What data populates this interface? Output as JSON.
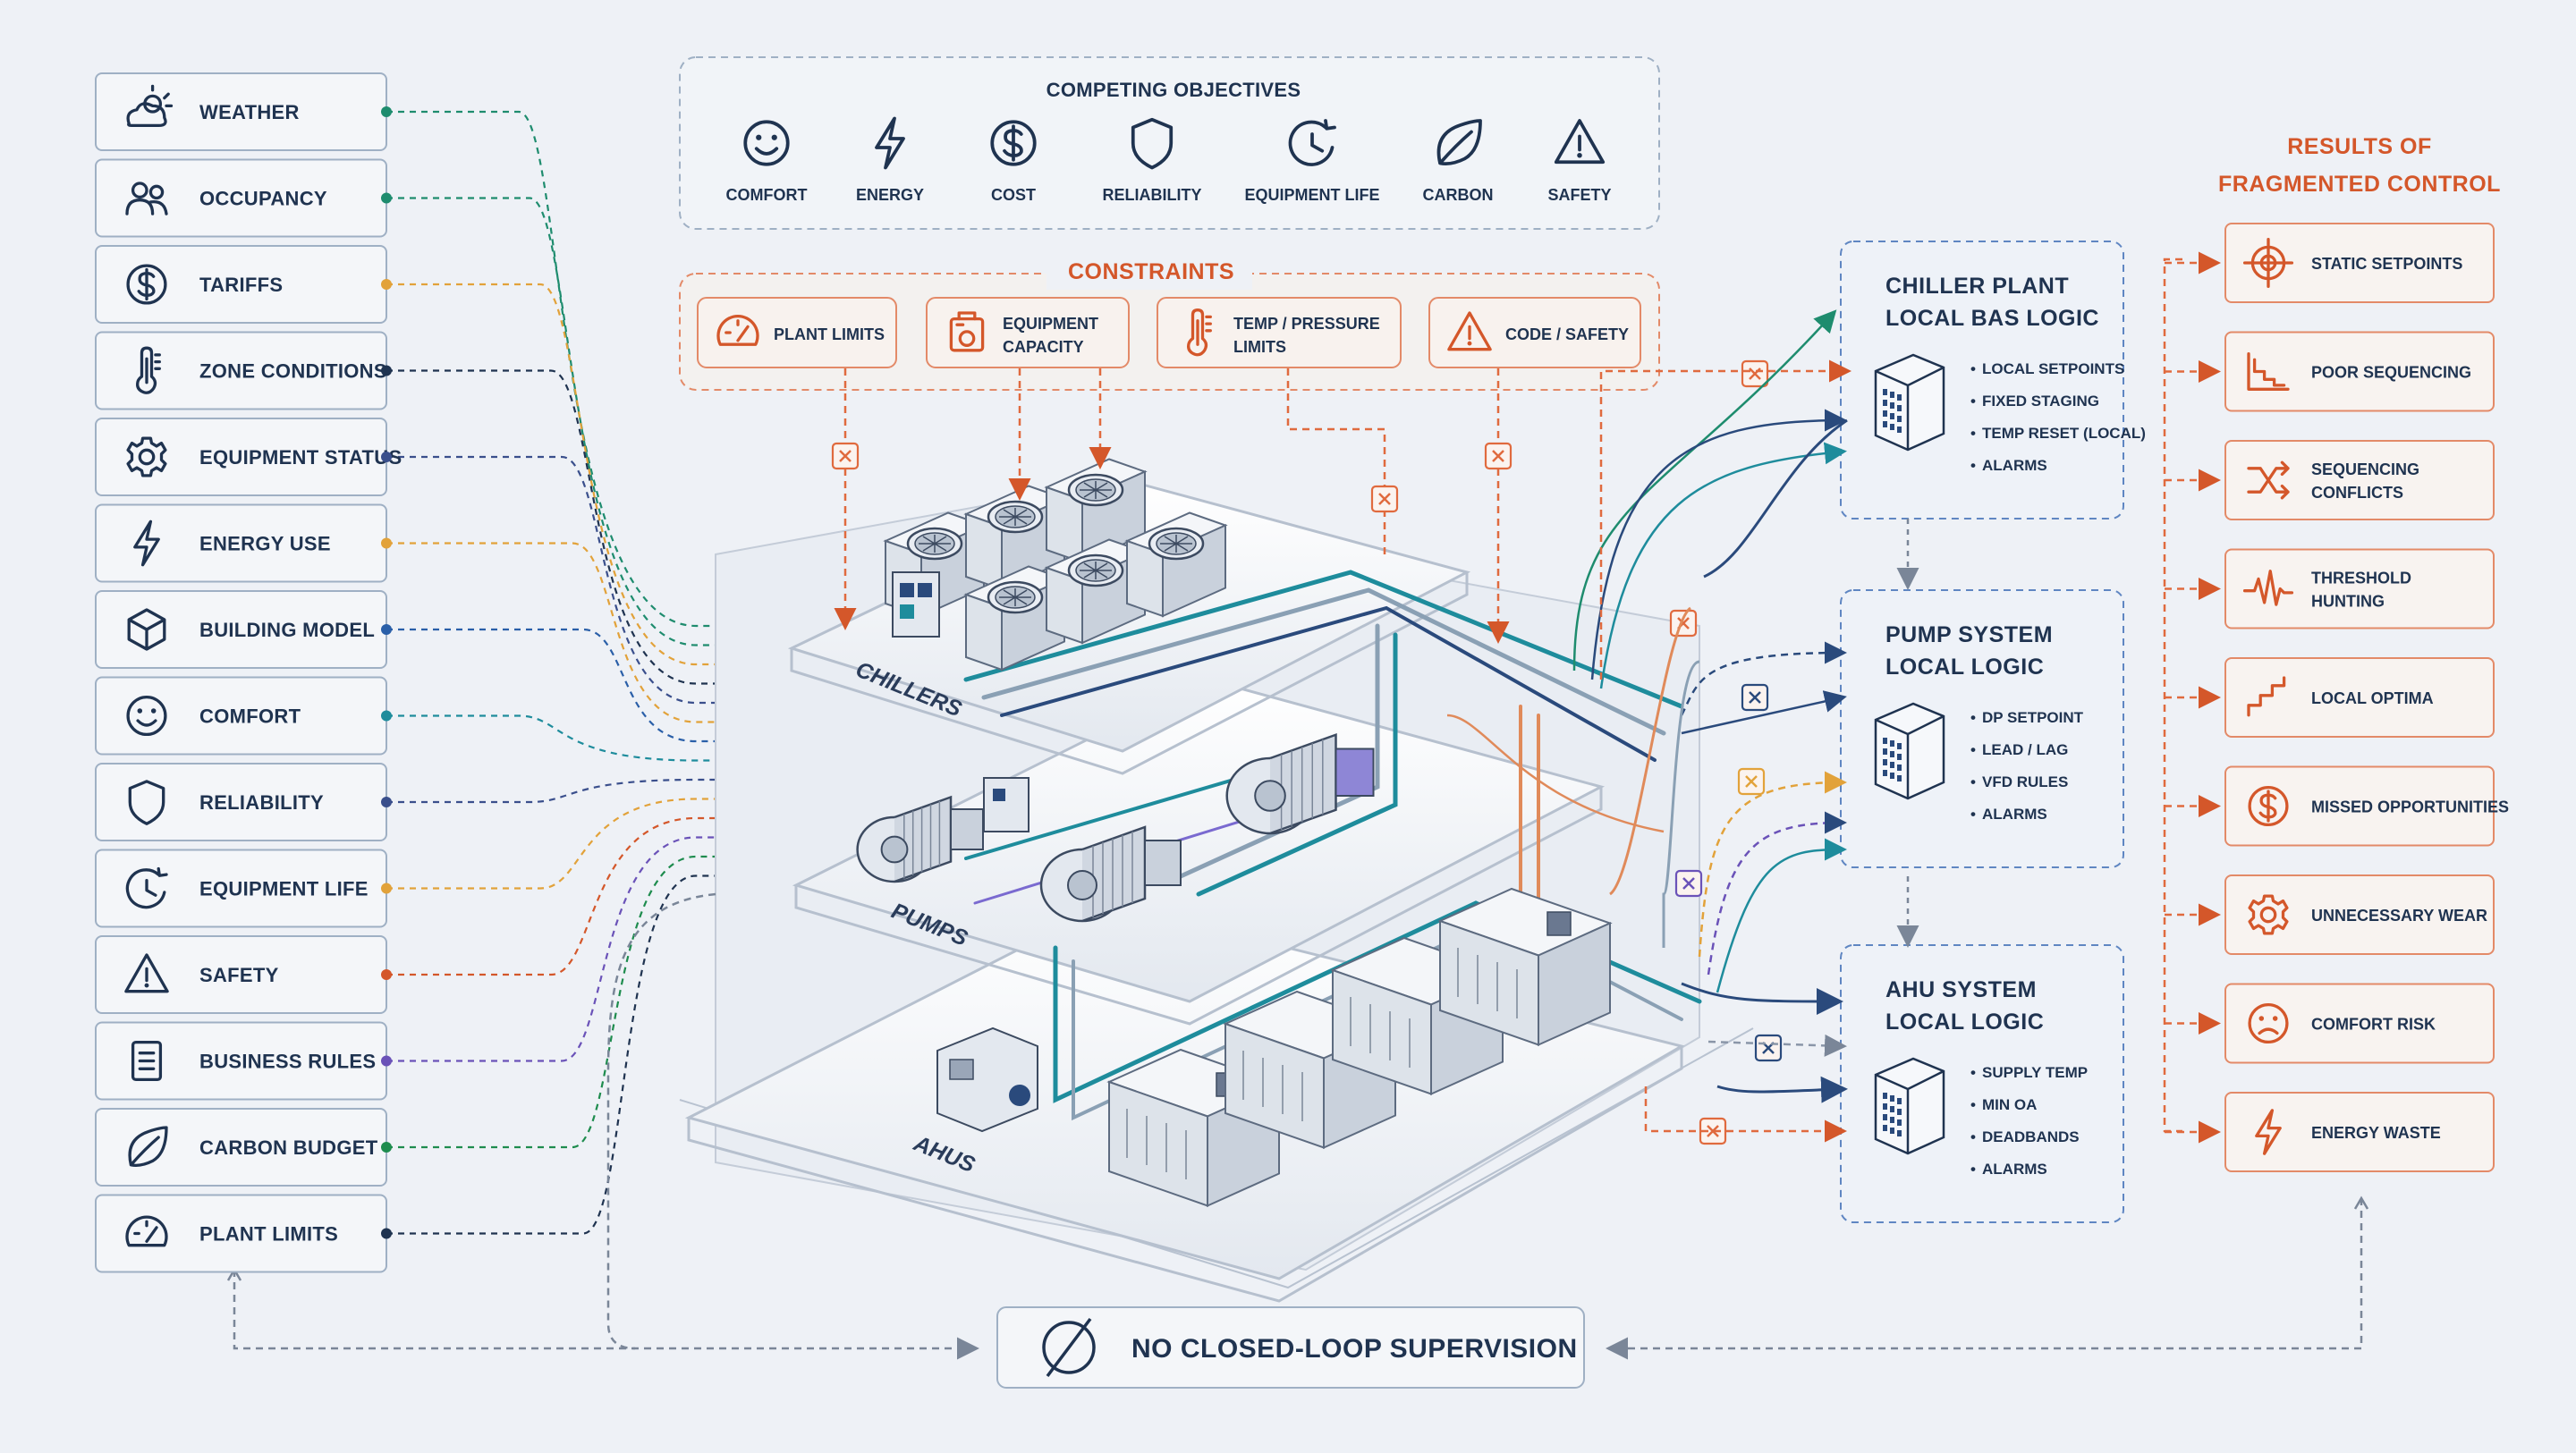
{
  "inputs": [
    {
      "label": "WEATHER",
      "icon": "cloud-sun-icon",
      "color": "#1e8c6e"
    },
    {
      "label": "OCCUPANCY",
      "icon": "people-icon",
      "color": "#1e8c6e"
    },
    {
      "label": "TARIFFS",
      "icon": "dollar-icon",
      "color": "#e2a23a"
    },
    {
      "label": "ZONE CONDITIONS",
      "icon": "thermometer-icon",
      "color": "#1f3350"
    },
    {
      "label": "EQUIPMENT STATUS",
      "icon": "gear-icon",
      "color": "#3a4f8c"
    },
    {
      "label": "ENERGY USE",
      "icon": "lightning-icon",
      "color": "#e2a23a"
    },
    {
      "label": "BUILDING MODEL",
      "icon": "cube-icon",
      "color": "#2a5fa8"
    },
    {
      "label": "COMFORT",
      "icon": "smile-icon",
      "color": "#1e8c9c"
    },
    {
      "label": "RELIABILITY",
      "icon": "shield-icon",
      "color": "#3a4f8c"
    },
    {
      "label": "EQUIPMENT LIFE",
      "icon": "clock-icon",
      "color": "#e2a23a"
    },
    {
      "label": "SAFETY",
      "icon": "warning-icon",
      "color": "#d4572a"
    },
    {
      "label": "BUSINESS RULES",
      "icon": "document-icon",
      "color": "#6a52b8"
    },
    {
      "label": "CARBON BUDGET",
      "icon": "leaf-icon",
      "color": "#1e8c4e"
    },
    {
      "label": "PLANT LIMITS",
      "icon": "gauge-icon",
      "color": "#1f3350"
    }
  ],
  "objectives": {
    "title": "COMPETING OBJECTIVES",
    "items": [
      {
        "label": "COMFORT",
        "icon": "smile-icon"
      },
      {
        "label": "ENERGY",
        "icon": "lightning-icon"
      },
      {
        "label": "COST",
        "icon": "dollar-icon"
      },
      {
        "label": "RELIABILITY",
        "icon": "shield-icon"
      },
      {
        "label": "EQUIPMENT LIFE",
        "icon": "clock-icon"
      },
      {
        "label": "CARBON",
        "icon": "leaf-icon"
      },
      {
        "label": "SAFETY",
        "icon": "warning-icon"
      }
    ]
  },
  "constraints": {
    "title": "CONSTRAINTS",
    "items": [
      {
        "lines": [
          "PLANT LIMITS"
        ],
        "icon": "gauge-icon"
      },
      {
        "lines": [
          "EQUIPMENT",
          "CAPACITY"
        ],
        "icon": "equipment-icon"
      },
      {
        "lines": [
          "TEMP / PRESSURE",
          "LIMITS"
        ],
        "icon": "thermometer-icon"
      },
      {
        "lines": [
          "CODE / SAFETY"
        ],
        "icon": "warning-icon"
      }
    ]
  },
  "layers": {
    "chillers": "CHILLERS",
    "pumps": "PUMPS",
    "ahus": "AHUS"
  },
  "systems": [
    {
      "title": [
        "CHILLER PLANT",
        "LOCAL BAS LOGIC"
      ],
      "bullets": [
        "LOCAL SETPOINTS",
        "FIXED STAGING",
        "TEMP RESET (LOCAL)",
        "ALARMS"
      ]
    },
    {
      "title": [
        "PUMP SYSTEM",
        "LOCAL LOGIC"
      ],
      "bullets": [
        "DP SETPOINT",
        "LEAD / LAG",
        "VFD RULES",
        "ALARMS"
      ]
    },
    {
      "title": [
        "AHU SYSTEM",
        "LOCAL LOGIC"
      ],
      "bullets": [
        "SUPPLY TEMP",
        "MIN OA",
        "DEADBANDS",
        "ALARMS"
      ]
    }
  ],
  "results": {
    "title": [
      "RESULTS OF",
      "FRAGMENTED CONTROL"
    ],
    "items": [
      {
        "lines": [
          "STATIC SETPOINTS"
        ],
        "icon": "target-icon"
      },
      {
        "lines": [
          "POOR SEQUENCING"
        ],
        "icon": "steps-icon"
      },
      {
        "lines": [
          "SEQUENCING",
          "CONFLICTS"
        ],
        "icon": "shuffle-icon"
      },
      {
        "lines": [
          "THRESHOLD",
          "HUNTING"
        ],
        "icon": "pulse-icon"
      },
      {
        "lines": [
          "LOCAL OPTIMA"
        ],
        "icon": "stairs-icon"
      },
      {
        "lines": [
          "MISSED OPPORTUNITIES"
        ],
        "icon": "dollar-icon"
      },
      {
        "lines": [
          "UNNECESSARY WEAR"
        ],
        "icon": "gear-icon"
      },
      {
        "lines": [
          "COMFORT RISK"
        ],
        "icon": "frown-icon"
      },
      {
        "lines": [
          "ENERGY WASTE"
        ],
        "icon": "lightning-icon"
      }
    ]
  },
  "footer": {
    "label": "NO CLOSED-LOOP SUPERVISION",
    "icon": "no-symbol-icon"
  },
  "colors": {
    "navy": "#1f3350",
    "orange": "#d4572a",
    "teal": "#1e8c9c",
    "border": "#9fb0c4"
  }
}
